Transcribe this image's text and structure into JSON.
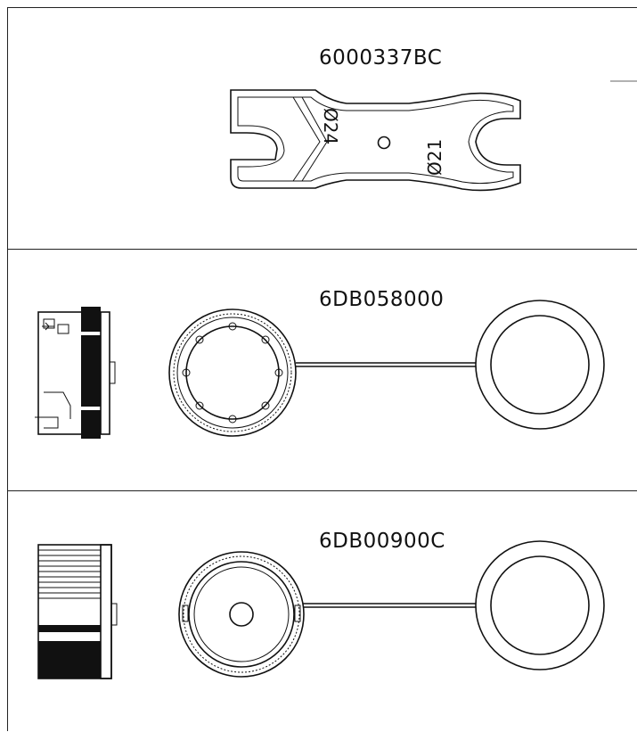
{
  "panels": [
    {
      "part_number": "6000337BC",
      "item": "spanner-wrench",
      "dimensions": [
        "Ø24",
        "Ø21"
      ]
    },
    {
      "part_number": "6DB058000",
      "item": "cap-with-tether-ring"
    },
    {
      "part_number": "6DB00900C",
      "item": "cap-with-tether-ring"
    }
  ],
  "colors": {
    "line": "#111111",
    "background": "#ffffff",
    "fill": "#111111"
  }
}
